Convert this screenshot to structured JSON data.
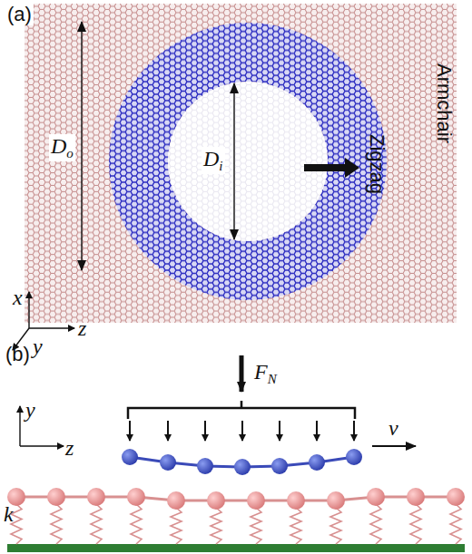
{
  "diagram": {
    "labels": [
      "(a)",
      "Do",
      "Di",
      "Zigzag",
      "Armchair",
      "x",
      "y",
      "z",
      "(b)",
      "FN",
      "v",
      "y",
      "z",
      "k"
    ]
  }
}
